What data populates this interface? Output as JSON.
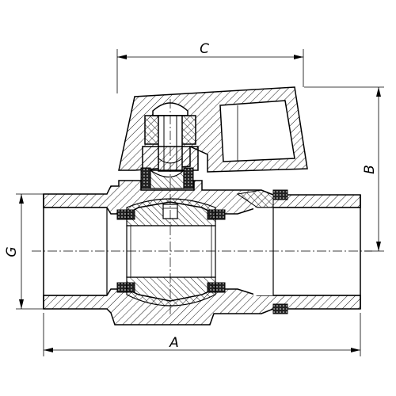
{
  "drawing": {
    "dimensions": [
      {
        "key": "A",
        "label": "A"
      },
      {
        "key": "B",
        "label": "B"
      },
      {
        "key": "C",
        "label": "C"
      },
      {
        "key": "G",
        "label": "G"
      }
    ]
  },
  "colors": {
    "line": "#000000",
    "background": "#ffffff",
    "gasket": "#333333"
  }
}
